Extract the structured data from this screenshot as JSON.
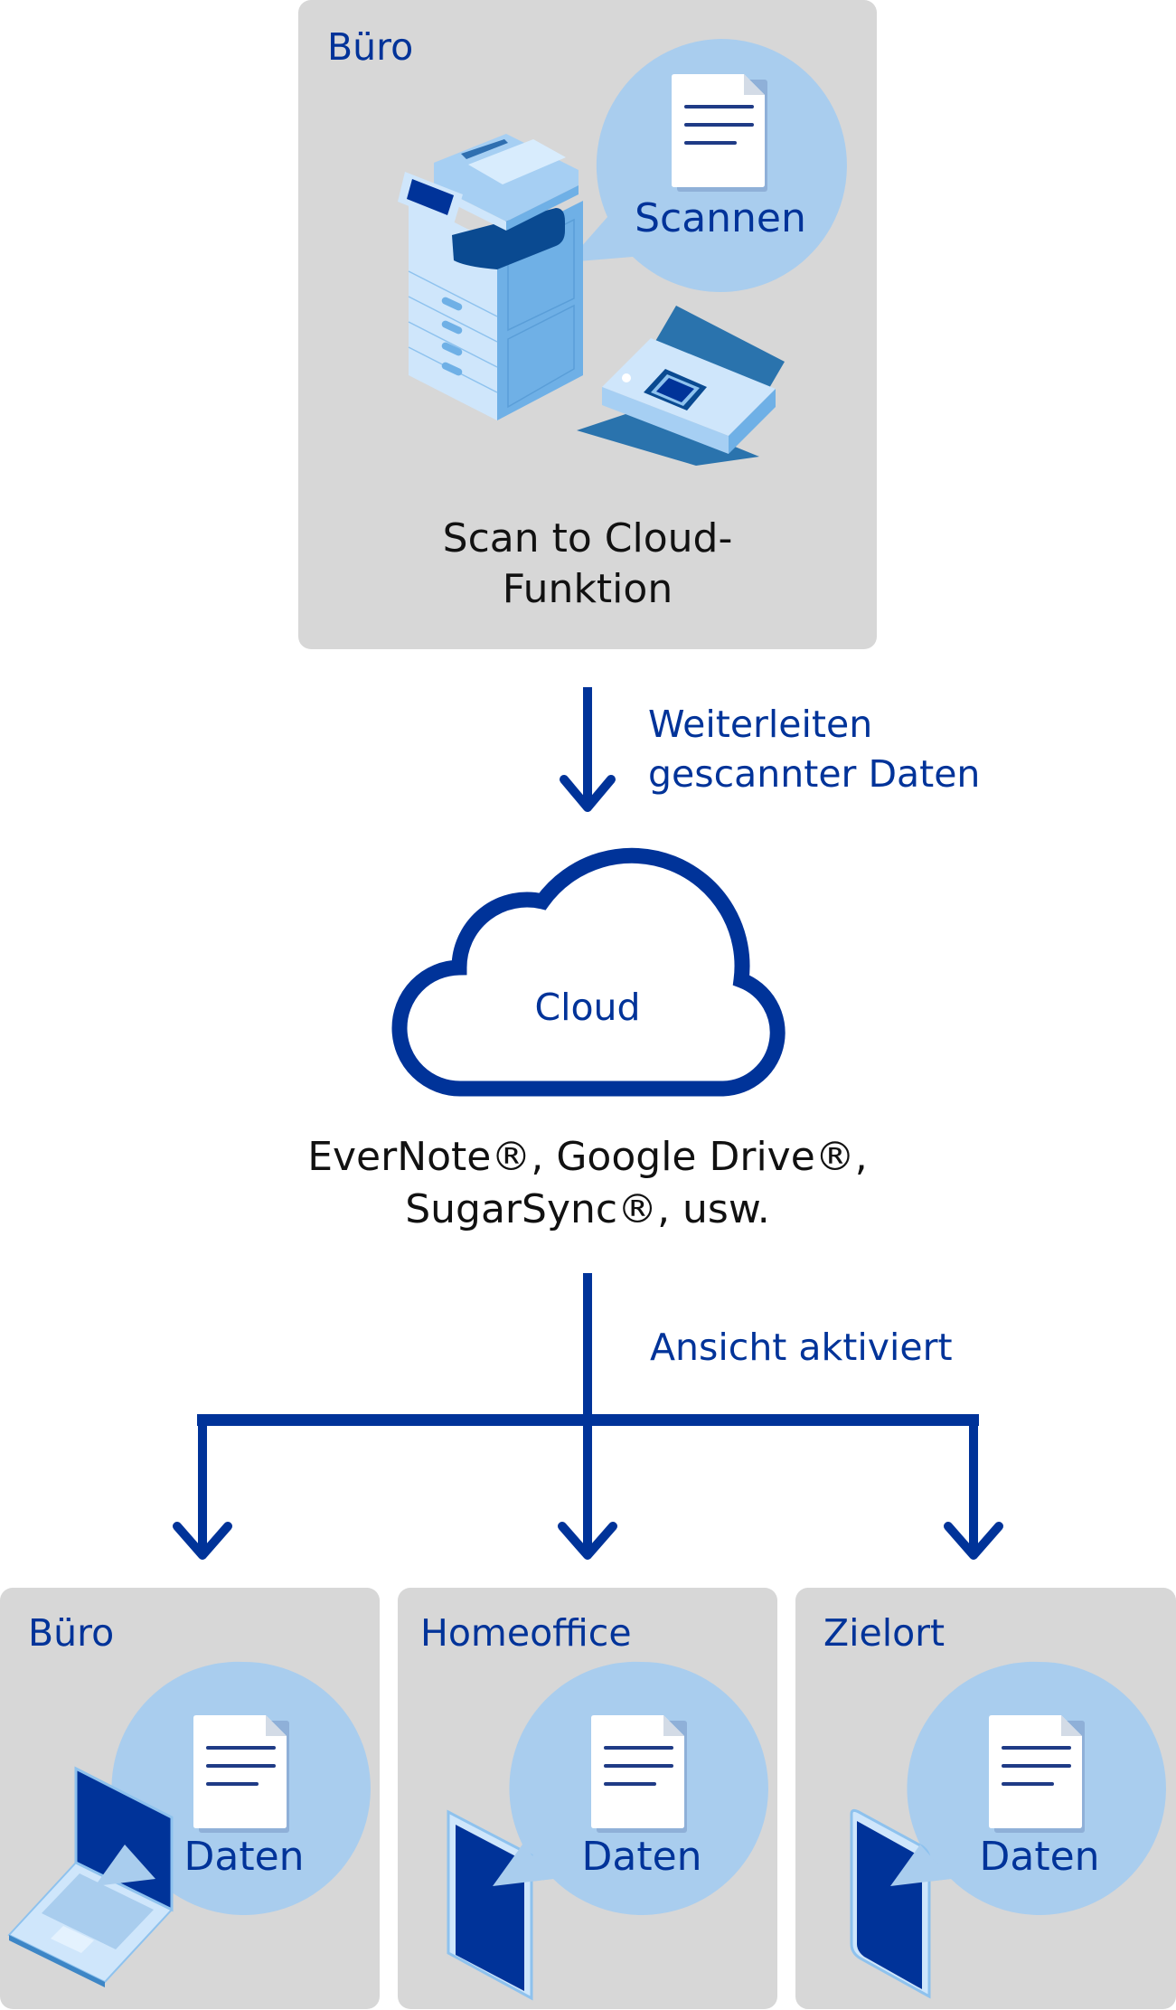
{
  "source": {
    "location_label": "Büro",
    "bubble_label": "Scannen",
    "devices": [
      "multifunction-printer",
      "document-scanner"
    ],
    "caption_lines": [
      "Scan to Cloud-",
      "Funktion"
    ]
  },
  "forward_step": {
    "label_lines": [
      "Weiterleiten",
      "gescannter Daten"
    ]
  },
  "cloud": {
    "label": "Cloud",
    "services_lines": [
      "EverNote®, Google Drive®,",
      "SugarSync®, usw."
    ]
  },
  "distribution_step": {
    "label": "Ansicht aktiviert"
  },
  "destinations": [
    {
      "location_label": "Büro",
      "bubble_label": "Daten",
      "device": "laptop"
    },
    {
      "location_label": "Homeoffice",
      "bubble_label": "Daten",
      "device": "tablet"
    },
    {
      "location_label": "Zielort",
      "bubble_label": "Daten",
      "device": "smartphone"
    }
  ],
  "colors": {
    "accent_blue": "#003399",
    "panel_gray": "#d7d7d7",
    "bubble_blue": "#a9cdee",
    "text_black": "#111111"
  }
}
